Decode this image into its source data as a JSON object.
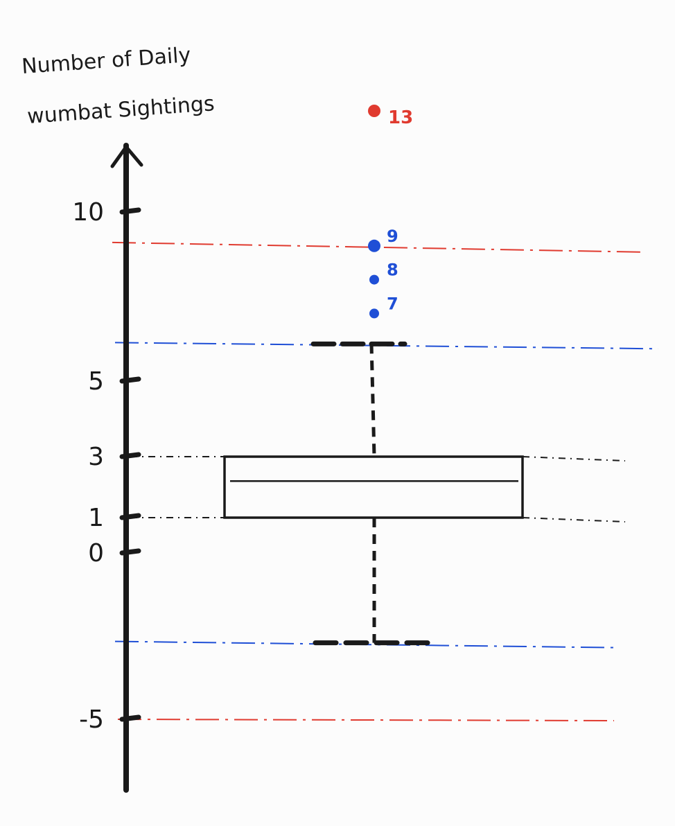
{
  "chart_data": {
    "type": "box",
    "ylabel_line1": "Number of Daily",
    "ylabel_line2": "wumbat Sightings",
    "y_ticks": [
      {
        "value": 10,
        "label": "10"
      },
      {
        "value": 5,
        "label": "5"
      },
      {
        "value": 3,
        "label": "3"
      },
      {
        "value": 1,
        "label": "1"
      },
      {
        "value": 0,
        "label": "0"
      },
      {
        "value": -5,
        "label": "-5"
      }
    ],
    "box": {
      "q1": 1,
      "median": 2.2,
      "q3": 3
    },
    "whiskers": {
      "lower": -2.7,
      "upper": 6.1
    },
    "inner_fences": {
      "lower": -2.7,
      "upper": 6.1,
      "color": "#1f4fd6"
    },
    "outer_fences": {
      "lower": -5,
      "upper": 9.1,
      "color": "#e03a2f"
    },
    "outliers": [
      {
        "value": 7,
        "label": "7",
        "color": "#1f4fd6"
      },
      {
        "value": 8,
        "label": "8",
        "color": "#1f4fd6"
      },
      {
        "value": 9,
        "label": "9",
        "color": "#1f4fd6"
      },
      {
        "value": 13,
        "label": "13",
        "color": "#e03a2f"
      }
    ],
    "colors": {
      "ink": "#1a1a1a",
      "mild": "#1f4fd6",
      "extreme": "#e03a2f"
    }
  }
}
